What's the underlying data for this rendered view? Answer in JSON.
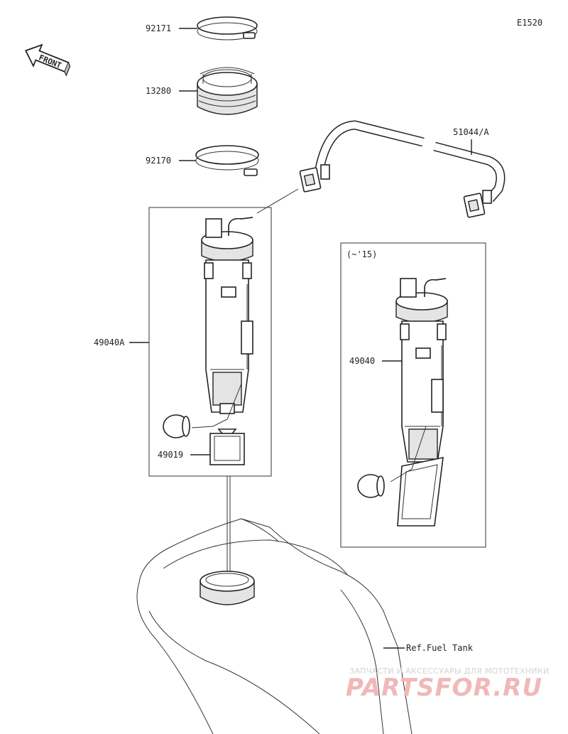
{
  "diagram_code": "E1520",
  "front_label": "FRONT",
  "callouts": {
    "clamp_upper": "92171",
    "seal": "13280",
    "clamp_lower": "92170",
    "hose": "51044/A",
    "pump_assy_a": "49040A",
    "filter": "49019",
    "pump_assy_old": "49040",
    "variant_note": "(~'15)",
    "ref_tank": "Ref.Fuel Tank"
  },
  "watermark": {
    "tagline": "ЗАПЧАСТИ И АКСЕССУАРЫ ДЛЯ МОТОТЕХНИКИ",
    "logo": "PARTSFOR.RU"
  }
}
